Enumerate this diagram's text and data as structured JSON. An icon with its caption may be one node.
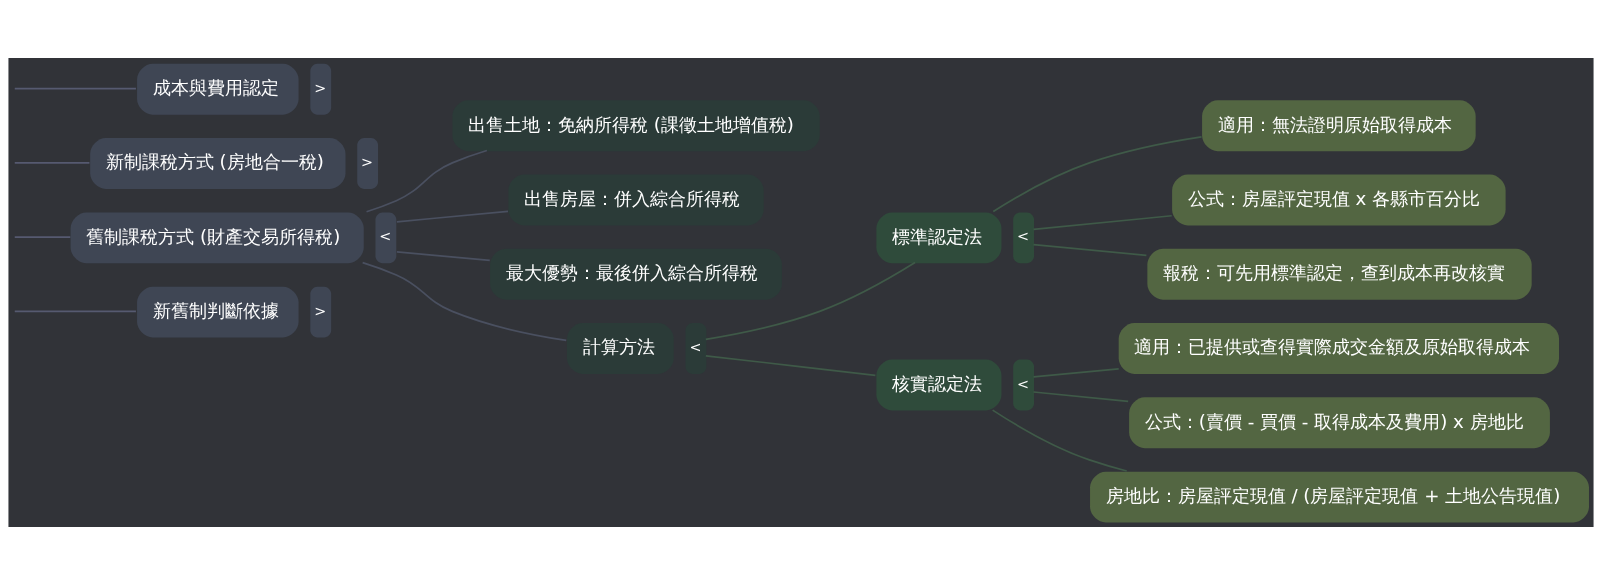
{
  "diagram": {
    "nodes": [
      {
        "text": [
          "新舊制判斷依據"
        ],
        "beside": [
          ">"
        ]
      },
      {
        "text": [
          "舊制課稅方式 (財產交易所得稅)"
        ],
        "beside": [
          "<"
        ]
      },
      {
        "text": [
          "新制課稅方式 (房地合一稅)"
        ],
        "beside": [
          ">"
        ]
      },
      {
        "text": [
          "成本與費用認定"
        ],
        "beside": [
          ">"
        ]
      },
      {
        "text": [
          "出售土地：免納所得稅 (課徵土地增值稅)"
        ]
      },
      {
        "text": [
          "出售房屋：併入綜合所得稅"
        ]
      },
      {
        "text": [
          "最大優勢：最後併入綜合所得稅"
        ]
      },
      {
        "text": [
          "計算方法"
        ],
        "beside": [
          "<"
        ]
      },
      {
        "text": [
          "標準認定法"
        ],
        "beside": [
          "<"
        ]
      },
      {
        "text": [
          "適用：無法證明原始取得成本"
        ]
      },
      {
        "text": [
          "公式：房屋評定現值 x 各縣市百分比"
        ]
      },
      {
        "text": [
          "報稅：可先用標準認定，查到成本再改核實"
        ]
      },
      {
        "text": [
          "核實認定法"
        ],
        "beside": [
          "<"
        ]
      },
      {
        "text": [
          "適用：已提供或查得實際成交金額及原始取得成本"
        ]
      },
      {
        "text": [
          "公式：(賣價 - 買價 - 取得成本及費用) x 房地比"
        ]
      },
      {
        "text": [
          "房地比：房屋評定現值 / (房屋評定現值 + 土地公告現值)"
        ]
      }
    ],
    "edges": [
      {
        "from": null,
        "to": 0,
        "arrow": "none",
        "color": "#565a70"
      },
      {
        "from": null,
        "to": 1,
        "arrow": "none",
        "color": "#565a70"
      },
      {
        "from": null,
        "to": 2,
        "arrow": "none",
        "color": "#565a70"
      },
      {
        "from": null,
        "to": 3,
        "arrow": "none",
        "color": "#565a70"
      },
      {
        "from": 1,
        "to": 4,
        "arrow": "none",
        "color": "#4a5060"
      },
      {
        "from": 1,
        "to": 5,
        "arrow": "none",
        "color": "#4a5060"
      },
      {
        "from": 1,
        "to": 6,
        "arrow": "none",
        "color": "#4a5060"
      },
      {
        "from": 1,
        "to": 7,
        "arrow": "none",
        "color": "#4a5060"
      },
      {
        "from": 7,
        "to": 8,
        "arrow": "none"
      },
      {
        "from": 7,
        "to": 12,
        "arrow": "none"
      },
      {
        "from": 8,
        "to": 9,
        "arrow": "none"
      },
      {
        "from": 8,
        "to": 10,
        "arrow": "none"
      },
      {
        "from": 8,
        "to": 11,
        "arrow": "none"
      },
      {
        "from": 12,
        "to": 13,
        "arrow": "none"
      },
      {
        "from": 12,
        "to": 14,
        "arrow": "none"
      },
      {
        "from": 12,
        "to": 15,
        "arrow": "none"
      }
    ]
  }
}
